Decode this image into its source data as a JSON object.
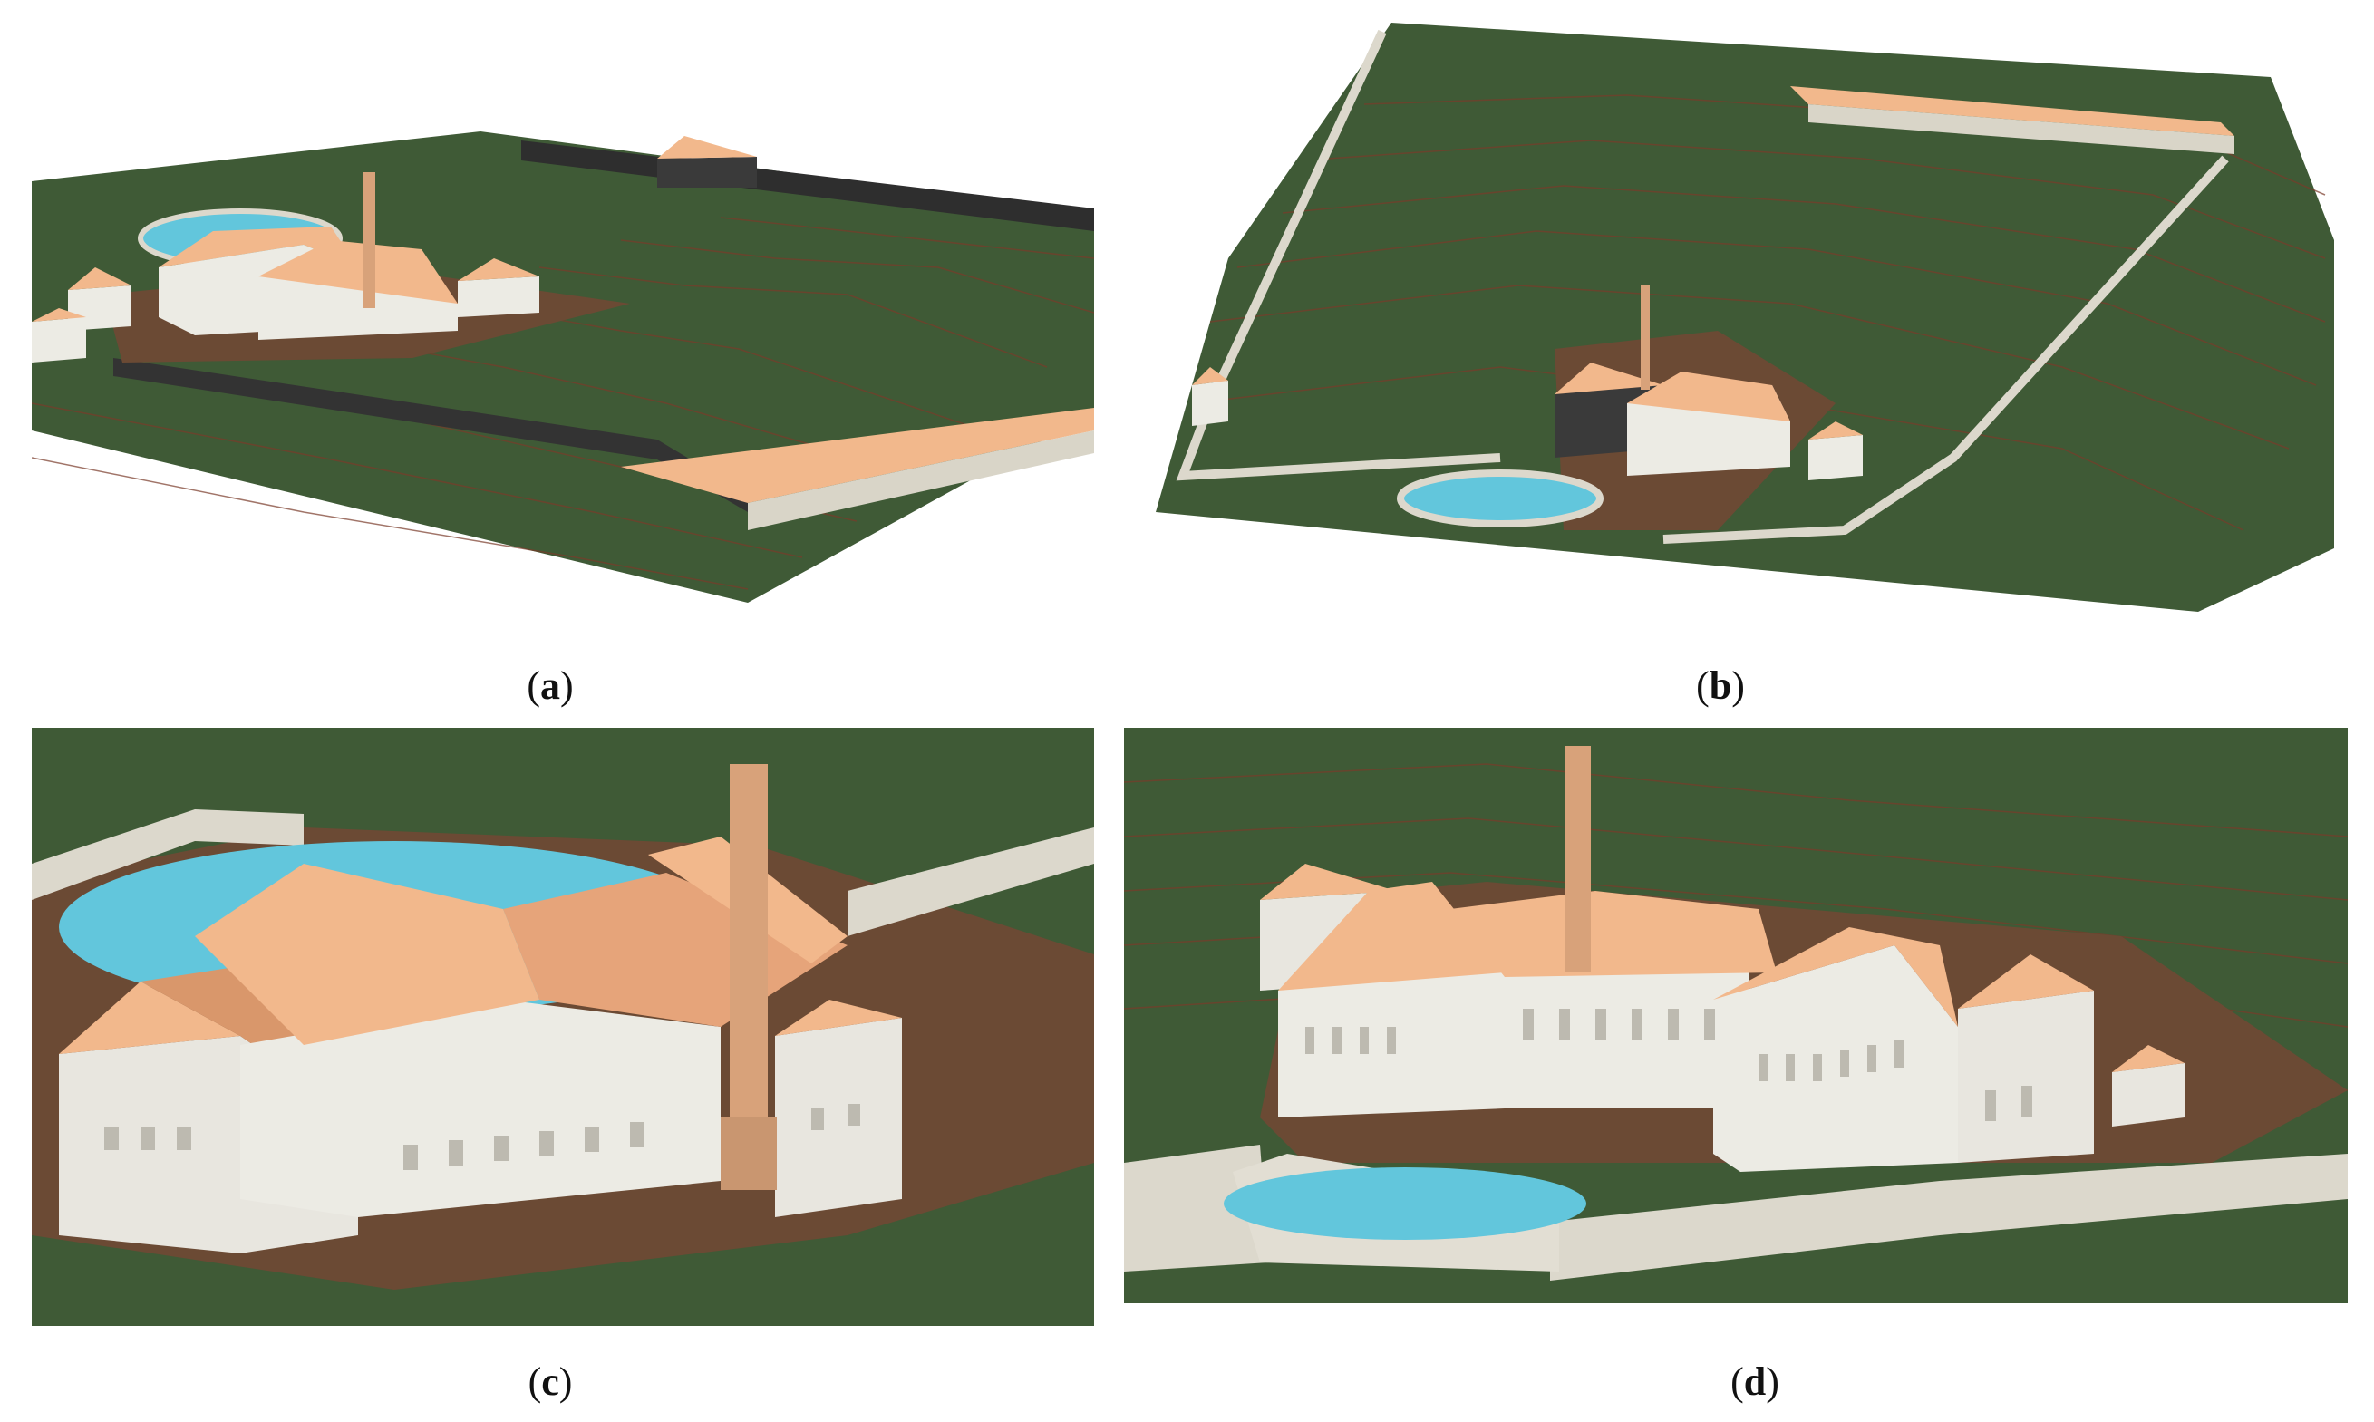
{
  "captions": {
    "a": {
      "open": "(",
      "letter": "a",
      "close": ")"
    },
    "b": {
      "open": "(",
      "letter": "b",
      "close": ")"
    },
    "c": {
      "open": "(",
      "letter": "c",
      "close": ")"
    },
    "d": {
      "open": "(",
      "letter": "d",
      "close": ")"
    }
  },
  "colors": {
    "terrain": "#3f5a36",
    "contour": "#7a3b2a",
    "roof": "#f2b88c",
    "roof_shade": "#d9976b",
    "wall": "#ecebe4",
    "wall_shade": "#bdbab0",
    "window": "#2a2a2a",
    "water": "#62c6dc",
    "ground": "#6b4a34",
    "boundary_wall": "#dcd8cc",
    "chimney": "#d8a27a"
  }
}
